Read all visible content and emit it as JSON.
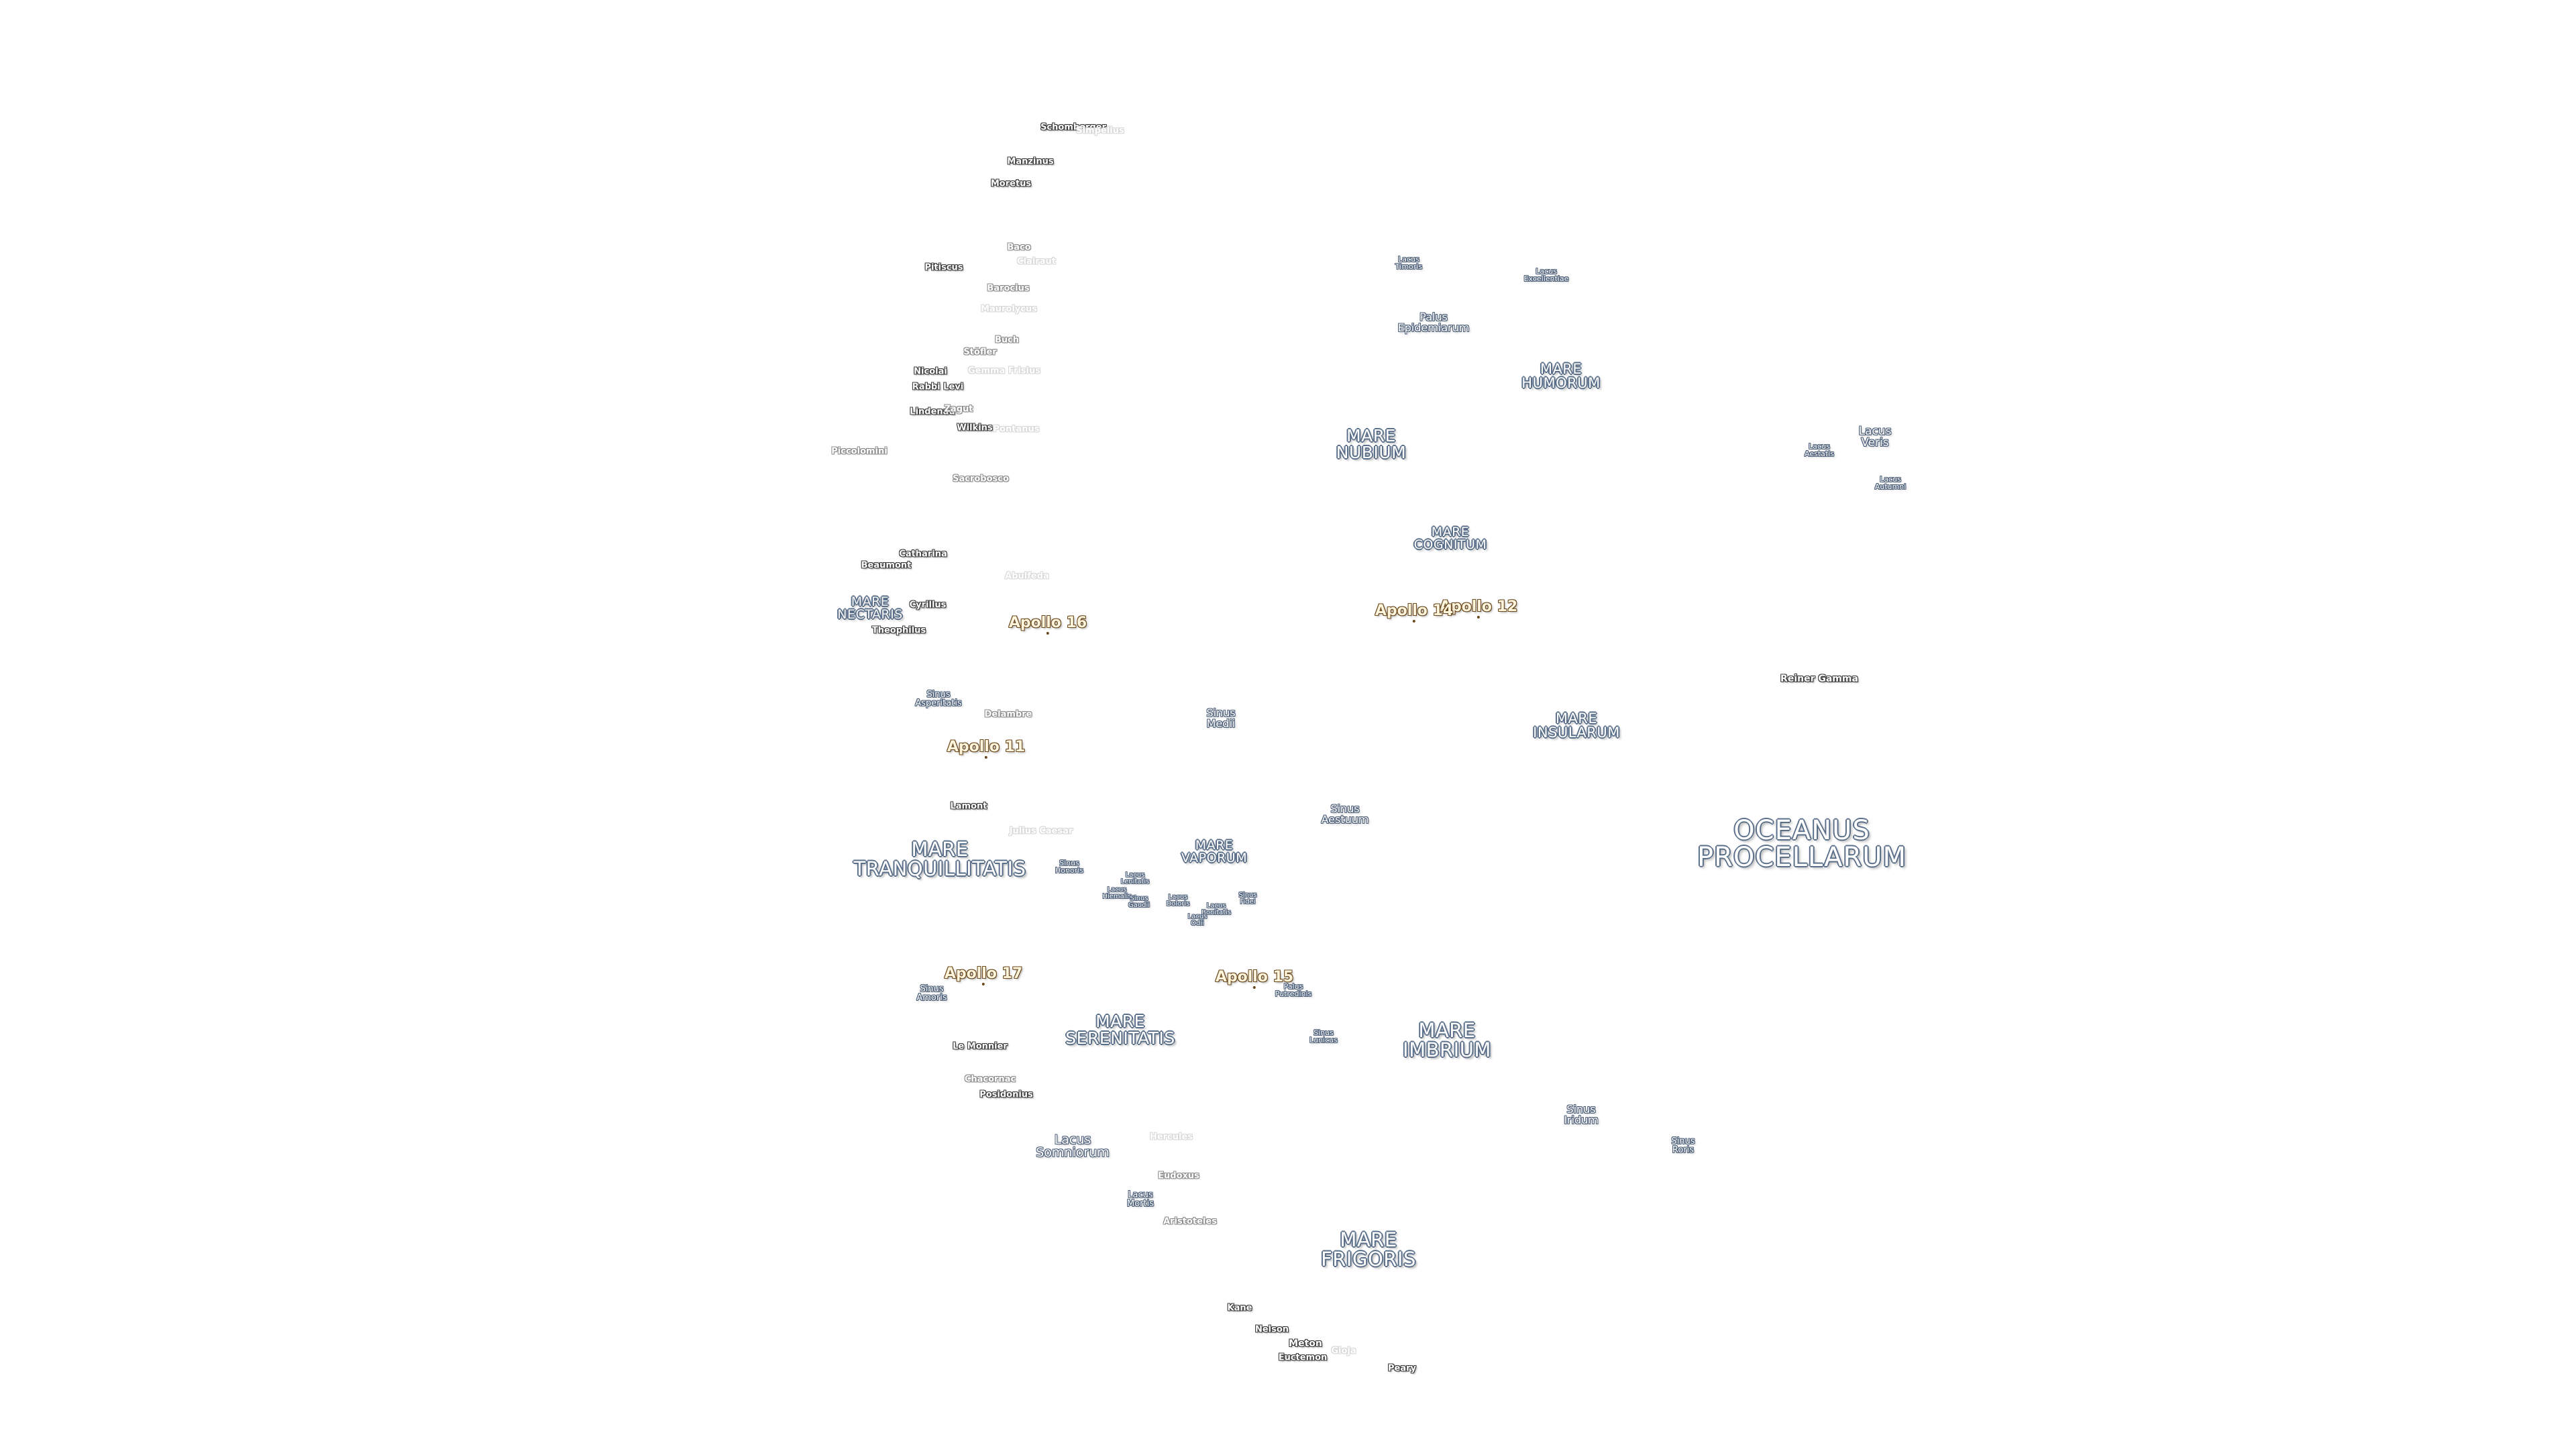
{
  "map": {
    "oceanus": {
      "line1": "OCEANUS",
      "line2": "PROCELLARUM"
    },
    "maria": {
      "tranquillitatis": {
        "line1": "MARE",
        "line2": "TRANQUILLITATIS"
      },
      "serenitatis": {
        "line1": "MARE",
        "line2": "SERENITATIS"
      },
      "imbrium": {
        "line1": "MARE",
        "line2": "IMBRIUM"
      },
      "frigoris": {
        "line1": "MARE",
        "line2": "FRIGORIS"
      },
      "nubium": {
        "line1": "MARE",
        "line2": "NUBIUM"
      },
      "humorum": {
        "line1": "MARE",
        "line2": "HUMORUM"
      },
      "cognitum": {
        "line1": "MARE",
        "line2": "COGNITUM"
      },
      "insularum": {
        "line1": "MARE",
        "line2": "INSULARUM"
      },
      "vaporum": {
        "line1": "MARE",
        "line2": "VAPORUM"
      },
      "nectaris": {
        "line1": "MARE",
        "line2": "NECTARIS"
      }
    },
    "features": {
      "lacus_timoris": {
        "line1": "Lacus",
        "line2": "Timoris"
      },
      "lacus_excellentiae": {
        "line1": "Lacus",
        "line2": "Excellentiae"
      },
      "palus_epidemiarum": {
        "line1": "Palus",
        "line2": "Epidemiarum"
      },
      "lacus_veris": {
        "line1": "Lacus",
        "line2": "Veris"
      },
      "lacus_aestatis": {
        "line1": "Lacus",
        "line2": "Aestatis"
      },
      "lacus_autumni": {
        "line1": "Lacus",
        "line2": "Autumni"
      },
      "reiner_gamma": "Reiner Gamma",
      "sinus_medii": {
        "line1": "Sinus",
        "line2": "Medii"
      },
      "sinus_aestuum": {
        "line1": "Sinus",
        "line2": "Aestuum"
      },
      "sinus_asperitatis": {
        "line1": "Sinus",
        "line2": "Asperitatis"
      },
      "sinus_honoris": {
        "line1": "Sinus",
        "line2": "Honoris"
      },
      "lacus_mortis_small": {
        "line1": "Lacus",
        "line2": "Hiemalis"
      },
      "lacus_lenitatis": {
        "line1": "Lacus",
        "line2": "Lenitatis"
      },
      "sinus_concordiae": {
        "line1": "Sinus",
        "line2": "Gaudii"
      },
      "lacus_doloris": {
        "line1": "Lacus",
        "line2": "Doloris"
      },
      "lacus_gaudii": {
        "line1": "Lacus",
        "line2": "Gaudii"
      },
      "lacus_odii": {
        "line1": "Lacus",
        "line2": "Odii"
      },
      "lacus_bonitatis": {
        "line1": "Lacus",
        "line2": "Bonitatis"
      },
      "sinus_fidei": {
        "line1": "Sinus",
        "line2": "Fidei"
      },
      "palus_putredinis": {
        "line1": "Palus",
        "line2": "Putredinis"
      },
      "sinus_lunicus": {
        "line1": "Sinus",
        "line2": "Lunicus"
      },
      "sinus_iridum": {
        "line1": "Sinus",
        "line2": "Iridum"
      },
      "sinus_roris": {
        "line1": "Sinus",
        "line2": "Roris"
      },
      "lacus_somniorum": {
        "line1": "Lacus",
        "line2": "Somniorum"
      },
      "lacus_mortis": {
        "line1": "Lacus",
        "line2": "Mortis"
      },
      "sinus_amoris": {
        "line1": "Sinus",
        "line2": "Amoris"
      }
    },
    "apollo": {
      "a11": "Apollo 11",
      "a12": "Apollo 12",
      "a14": "Apollo 14",
      "a15": "Apollo 15",
      "a16": "Apollo 16",
      "a17": "Apollo 17"
    },
    "craters": {
      "schomberger": "Schomberger",
      "manzinus": "Manzinus",
      "moretus": "Moretus",
      "baco": "Baco",
      "pitiscus": "Pitiscus",
      "barocius": "Barocius",
      "buch": "Buch",
      "stoefler": "Stöfler",
      "nicolai": "Nicolai",
      "rabbi_levi": "Rabbi Levi",
      "lindenau": "Lindenau",
      "zagut": "Zagut",
      "wilkins": "Wilkins",
      "piccolomini": "Piccolomini",
      "sacrobosco": "Sacrobosco",
      "catharina": "Catharina",
      "beaumont": "Beaumont",
      "cyrillus": "Cyrillus",
      "theophilus": "Theophilus",
      "delambre": "Delambre",
      "lamont": "Lamont",
      "le_monnier": "Le Monnier",
      "chacornac": "Chacornac",
      "posidonius": "Posidonius",
      "kane": "Kane",
      "nelson": "Nelson",
      "meton": "Meton",
      "euctemon": "Euctemon",
      "peary": "Peary"
    },
    "craters_faint": {
      "clairaut": "Clairaut",
      "maurolycus": "Maurolycus",
      "faint_mid": "Gemma Frisius",
      "pontanus": "Pontanus",
      "abulfeda": "Abulfeda",
      "julius_caesar": "Julius Caesar",
      "eudoxus_faint": "Hercules",
      "eudoxus": "Eudoxus",
      "aristoteles": "Aristoteles",
      "faint_bottom": "Gioja",
      "schomberger_faint": "Simpelius"
    },
    "colors": {
      "background": "#ffffff",
      "label_fill": "#ffffff",
      "mare_halo": "#5a6f8a",
      "apollo_halo": "#6b4a1f",
      "crater_halo": "#3a3a3a"
    }
  }
}
